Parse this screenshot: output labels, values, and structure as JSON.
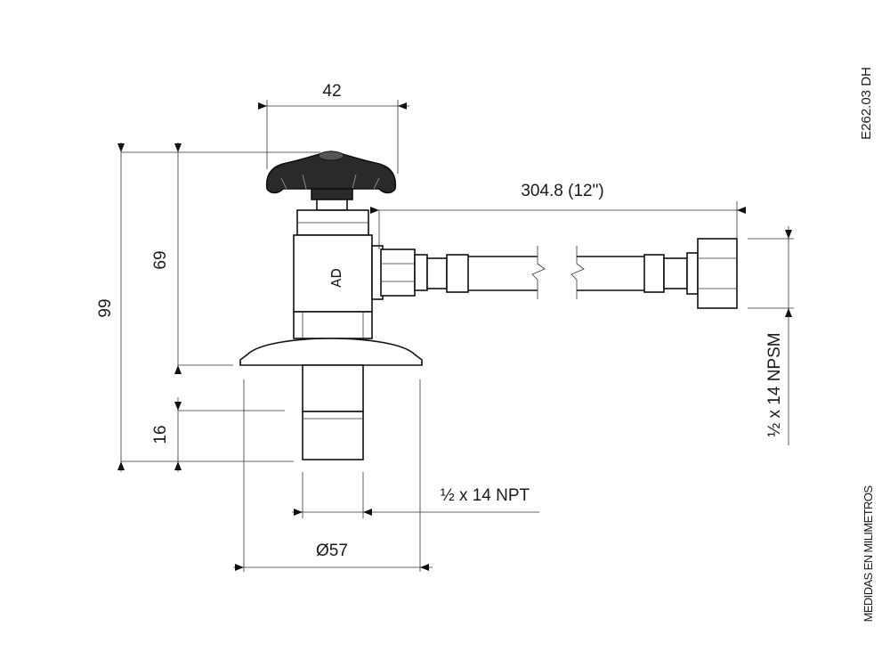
{
  "drawing_code": "E262.03 DH",
  "units_note": "MEDIDAS EN MILIMETROS",
  "dimensions": {
    "handle_width": "42",
    "hose_length": "304.8 (12\")",
    "total_height": "99",
    "upper_height": "69",
    "thread_height": "16",
    "outlet_thread": "½ x 14 NPSM",
    "inlet_thread": "½ x 14 NPT",
    "flange_diameter": "Ø57"
  }
}
